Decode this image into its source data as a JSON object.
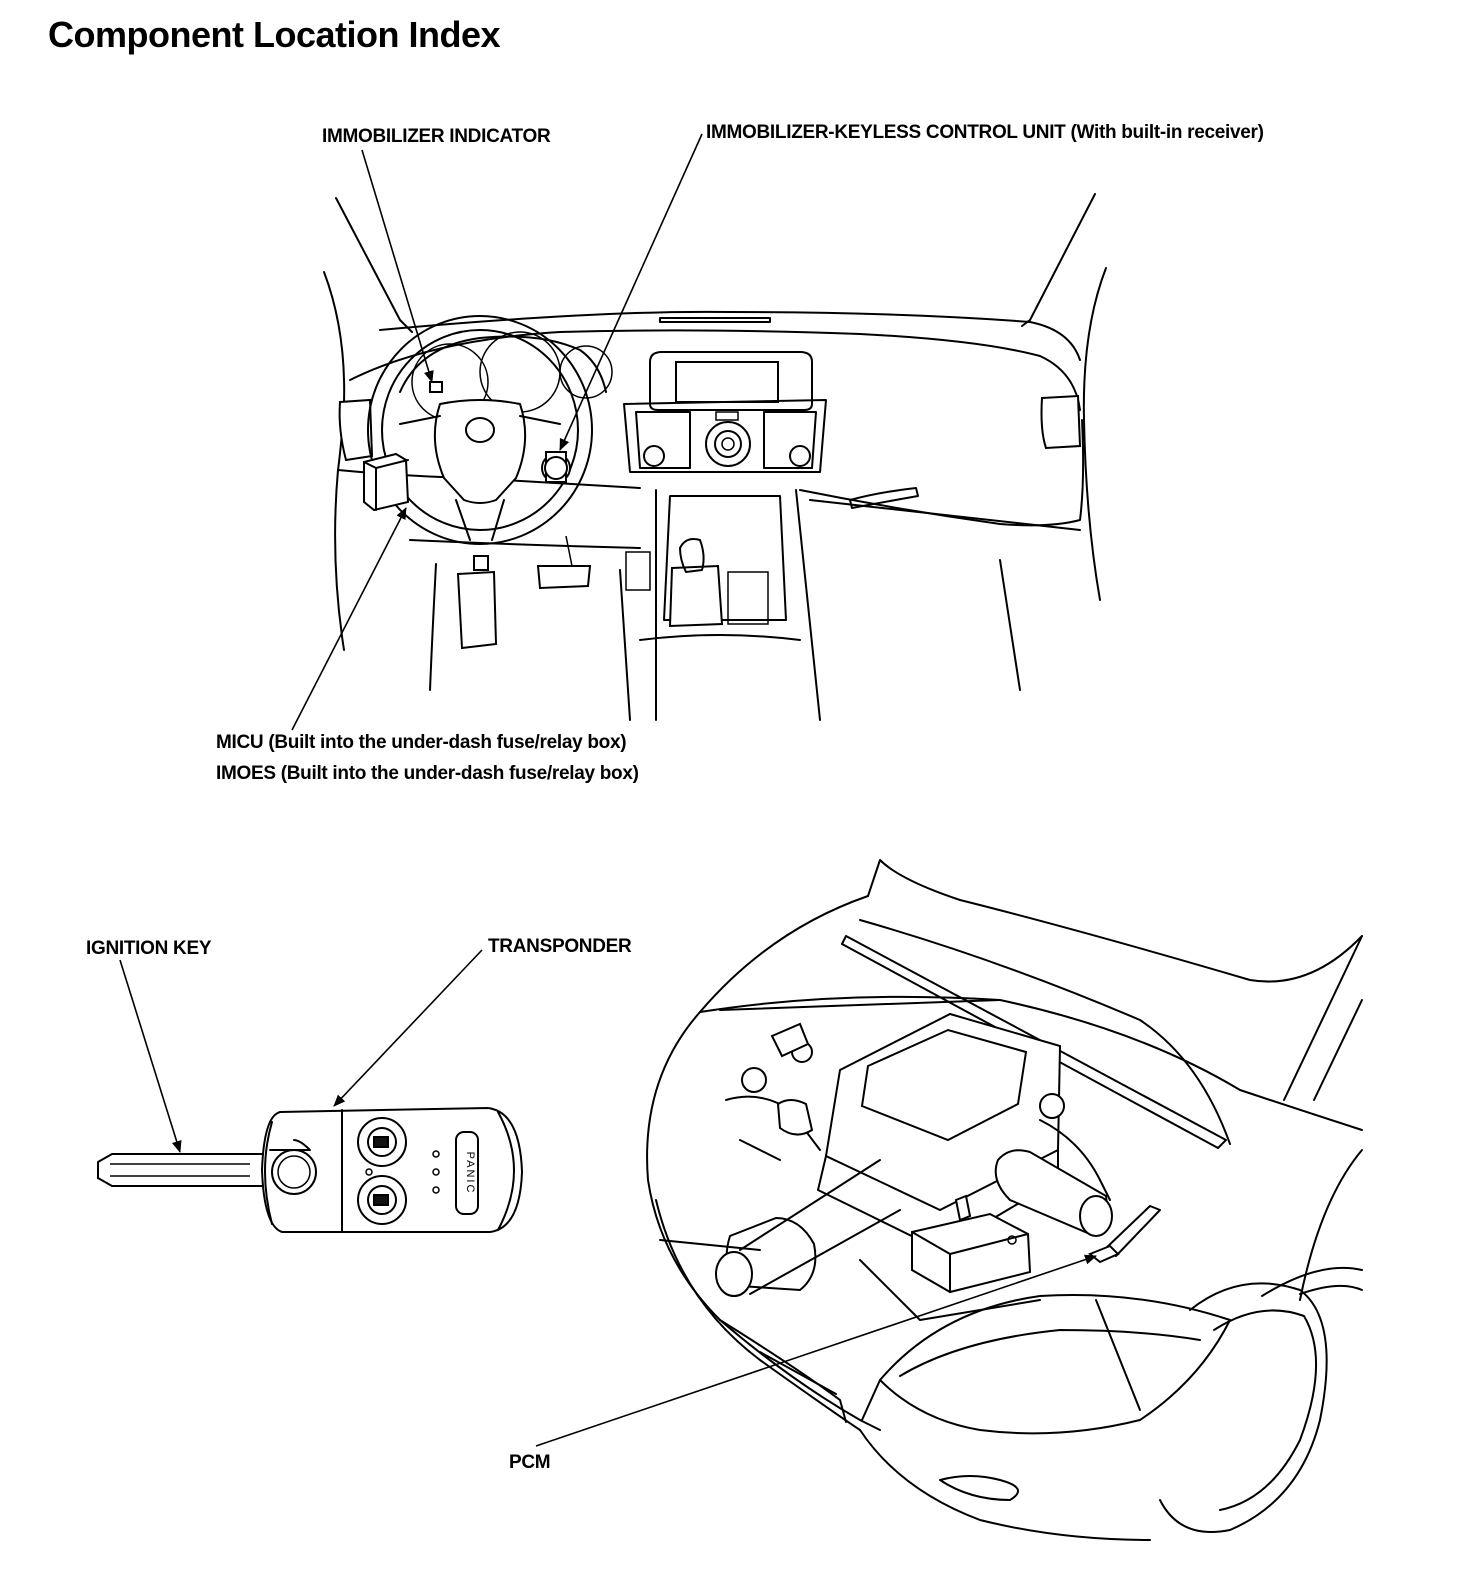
{
  "page": {
    "title": "Component Location Index"
  },
  "labels": {
    "immobilizer_indicator": "IMMOBILIZER INDICATOR",
    "control_unit": "IMMOBILIZER-KEYLESS CONTROL UNIT (With built-in receiver)",
    "micu": "MICU (Built into the under-dash fuse/relay box)",
    "imoes": "IMOES (Built into the under-dash fuse/relay box)",
    "ignition_key": "IGNITION KEY",
    "transponder": "TRANSPONDER",
    "pcm": "PCM"
  },
  "key_fob": {
    "panic_label": "PANIC"
  }
}
